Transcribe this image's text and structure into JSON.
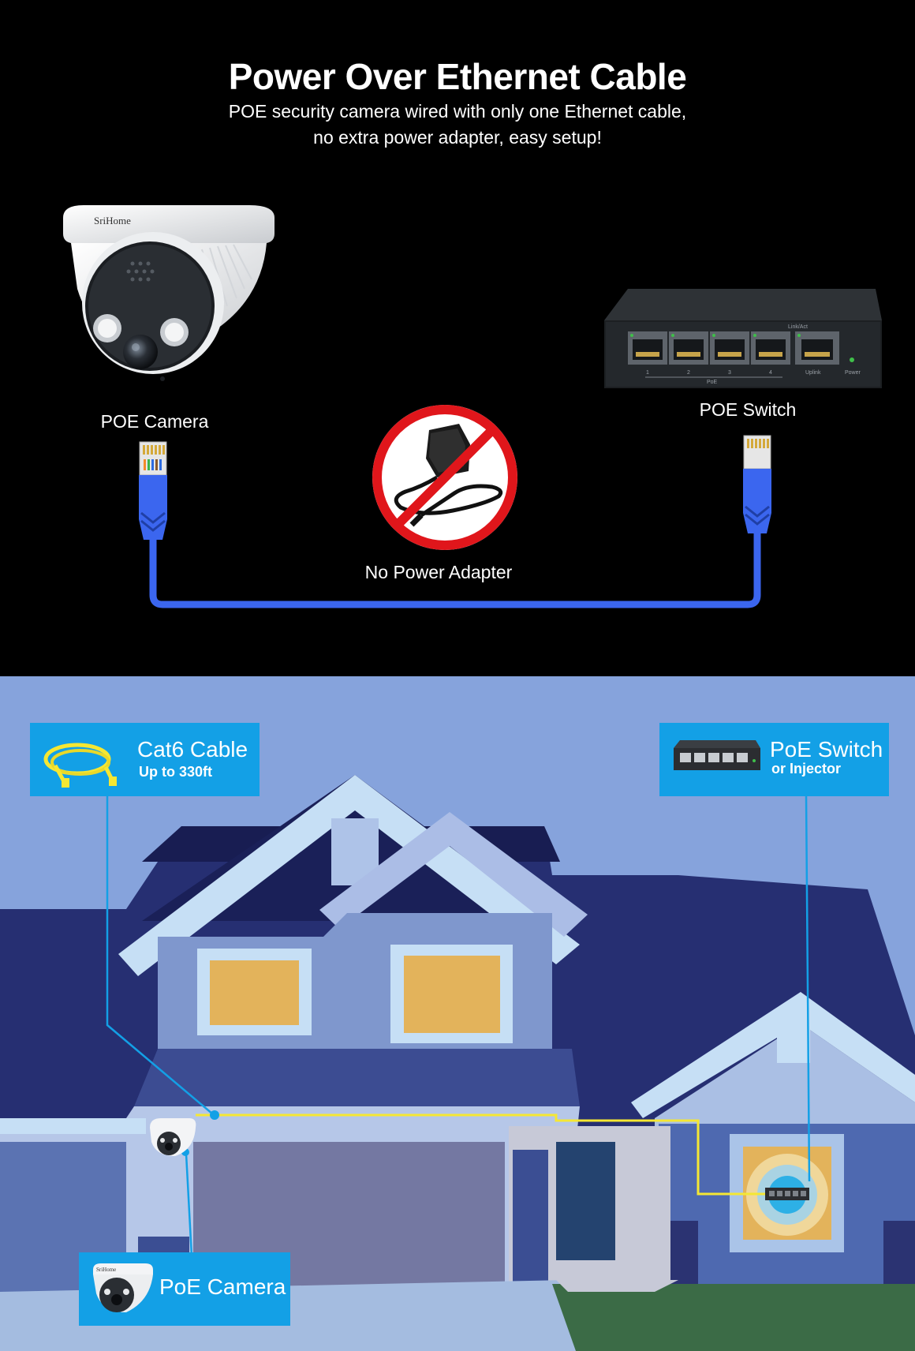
{
  "top": {
    "title": "Power Over Ethernet Cable",
    "subtitle_line1": "POE security camera wired with only one Ethernet cable,",
    "subtitle_line2": "no extra power adapter,  easy setup!",
    "camera_brand": "SriHome",
    "camera_label": "POE Camera",
    "switch_label": "POE Switch",
    "adapter_label": "No Power Adapter",
    "switch_port_text": {
      "link": "Link/Act",
      "p1": "1",
      "p2": "2",
      "p3": "3",
      "p4": "4",
      "poe": "PoE",
      "uplink": "Uplink",
      "power": "Power"
    }
  },
  "bottom": {
    "cable_box": {
      "title": "Cat6 Cable",
      "subtitle": "Up to 330ft",
      "icon": "cable-coil-icon"
    },
    "switch_box": {
      "title": "PoE Switch",
      "subtitle": "or Injector",
      "icon": "poe-switch-icon"
    },
    "camera_box": {
      "title": "PoE Camera",
      "brand": "SriHome",
      "icon": "dome-camera-icon"
    }
  },
  "colors": {
    "cable_blue": "#3b66ef",
    "callout_blue": "#13a0e6",
    "cable_yellow": "#f5e733",
    "night_sky": "#86a3dc",
    "no_sign_red": "#e0161b"
  }
}
